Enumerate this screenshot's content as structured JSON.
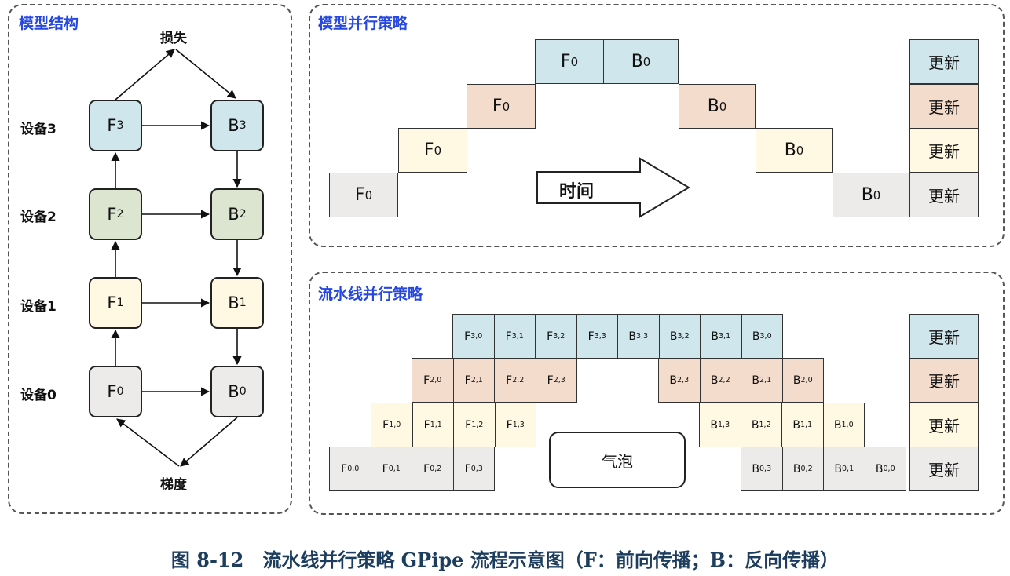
{
  "model_structure": {
    "title": "模型结构",
    "loss_label": "损失",
    "grad_label": "梯度",
    "devices": [
      {
        "label": "设备3",
        "f": "F",
        "b": "B",
        "sub": "3"
      },
      {
        "label": "设备2",
        "f": "F",
        "b": "B",
        "sub": "2"
      },
      {
        "label": "设备1",
        "f": "F",
        "b": "B",
        "sub": "1"
      },
      {
        "label": "设备0",
        "f": "F",
        "b": "B",
        "sub": "0"
      }
    ]
  },
  "model_parallel": {
    "title": "模型并行策略",
    "time_label": "时间",
    "update_label": "更新",
    "cell_main": {
      "f": "F",
      "b": "B",
      "sub": "0"
    }
  },
  "pipeline_parallel": {
    "title": "流水线并行策略",
    "bubble_label": "气泡",
    "update_label": "更新",
    "rows": [
      {
        "fwd": [
          "3,0",
          "3,1",
          "3,2",
          "3,3"
        ],
        "bwd": [
          "3,3",
          "3,2",
          "3,1",
          "3,0"
        ]
      },
      {
        "fwd": [
          "2,0",
          "2,1",
          "2,2",
          "2,3"
        ],
        "bwd": [
          "2,3",
          "2,2",
          "2,1",
          "2,0"
        ]
      },
      {
        "fwd": [
          "1,0",
          "1,1",
          "1,2",
          "1,3"
        ],
        "bwd": [
          "1,3",
          "1,2",
          "1,1",
          "1,0"
        ]
      },
      {
        "fwd": [
          "0,0",
          "0,1",
          "0,2",
          "0,3"
        ],
        "bwd": [
          "0,3",
          "0,2",
          "0,1",
          "0,0"
        ]
      }
    ]
  },
  "colors": {
    "device3": "#cfe6ec",
    "device2": "#dce5d0",
    "device1": "#fff9e4",
    "device0": "#ecebea",
    "orange": "#f4dccd",
    "title_blue": "#2748e0"
  },
  "caption": "图 8-12　流水线并行策略 GPipe 流程示意图（F：前向传播；B：反向传播）"
}
